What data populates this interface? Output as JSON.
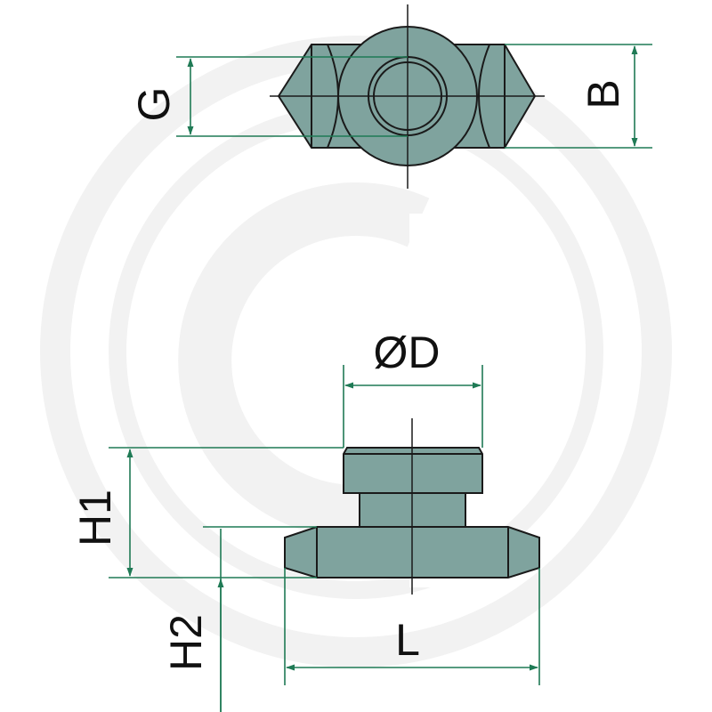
{
  "labels": {
    "g": "G",
    "b": "B",
    "d": "ØD",
    "h1": "H1",
    "h2": "H2",
    "l": "L"
  },
  "colors": {
    "part_fill": "#7fa39e",
    "outline": "#1a1a1a",
    "dimension": "#1f7a55",
    "watermark": "#f2f2f2"
  },
  "watermark": {
    "icon": "brand-logo-watermark"
  }
}
